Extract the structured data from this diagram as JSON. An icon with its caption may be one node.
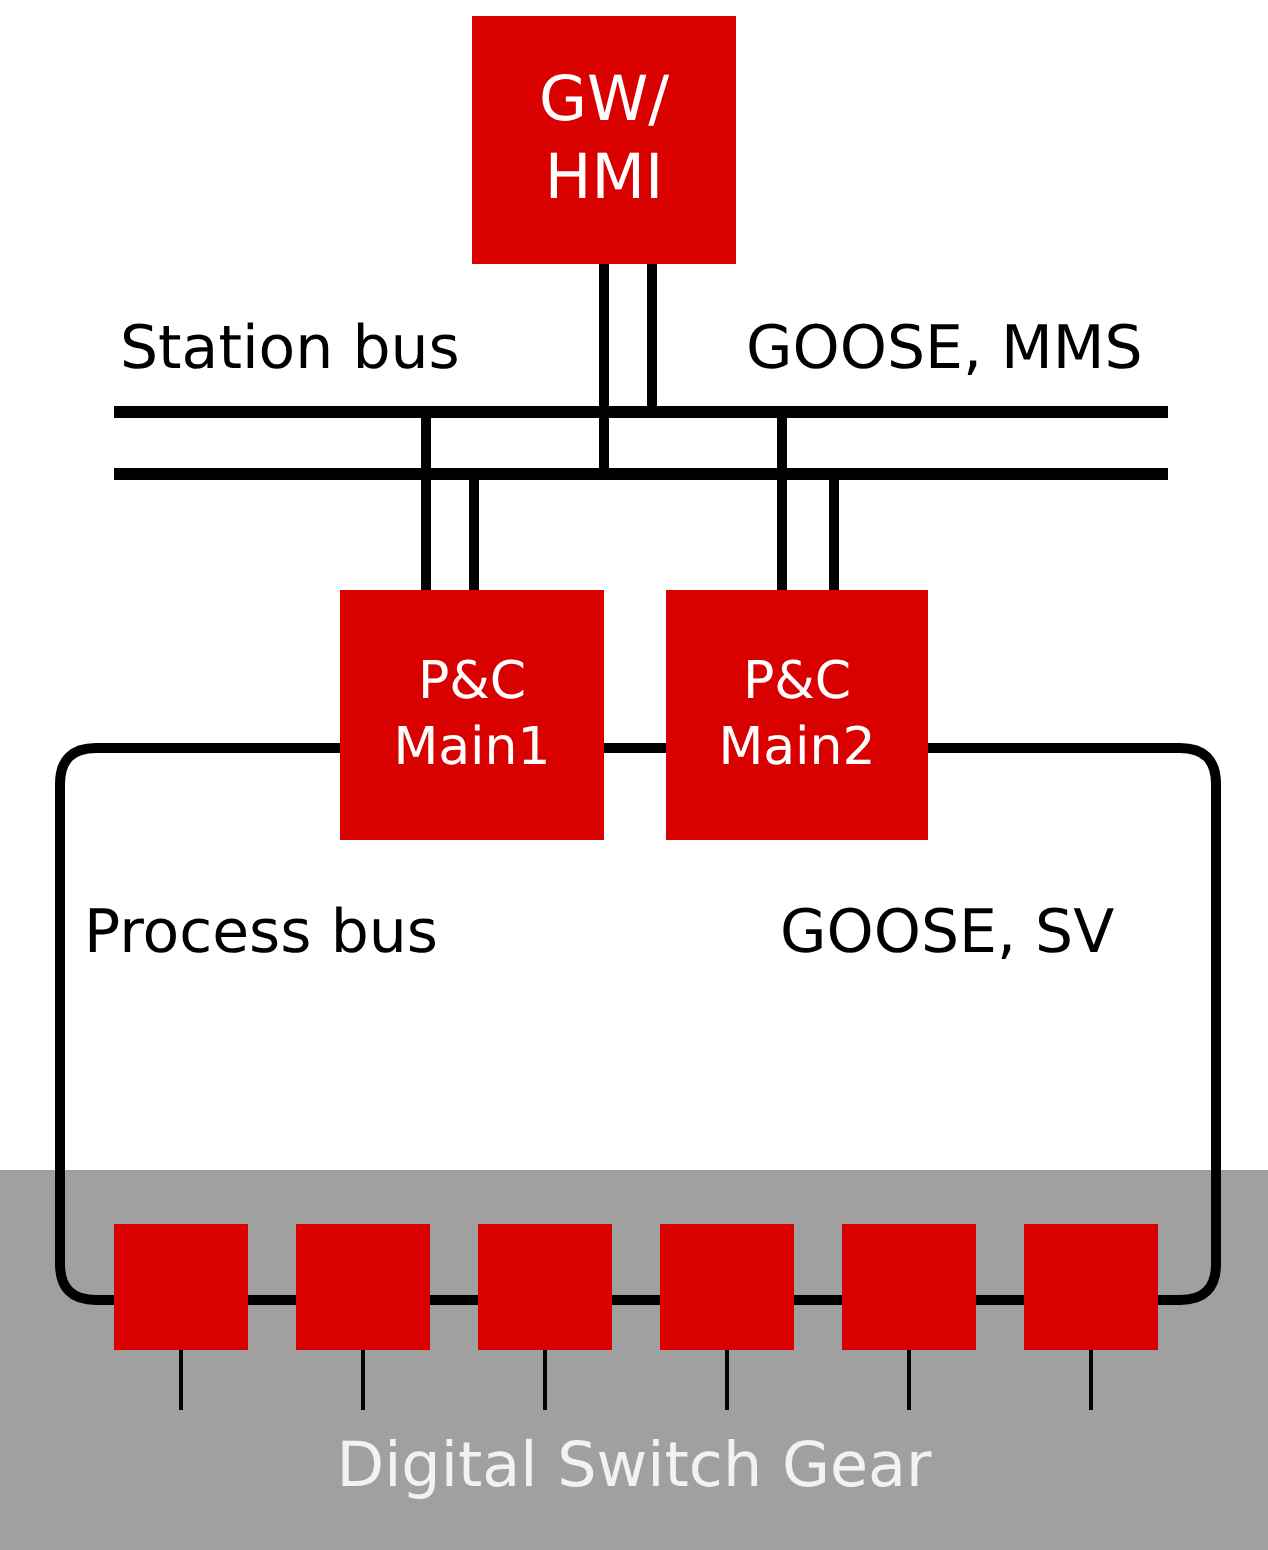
{
  "diagram": {
    "nodes": [
      {
        "text": [
          "GW/ HMI"
        ]
      },
      {
        "text": [],
        "shape": "bar"
      },
      {
        "text": [],
        "shape": "bar"
      },
      {
        "text": [
          "P&C Main1"
        ]
      },
      {
        "text": [
          "P&C Main2"
        ]
      },
      {
        "text": [
          "Digital Switch Gear"
        ]
      },
      {
        "text": [],
        "shape": "box",
        "in": 5
      },
      {
        "text": [],
        "shape": "box",
        "in": 5
      },
      {
        "text": [],
        "shape": "box",
        "in": 5
      },
      {
        "text": [],
        "shape": "box",
        "in": 5
      },
      {
        "text": [],
        "shape": "box",
        "in": 5
      },
      {
        "text": [],
        "shape": "box",
        "in": 5
      }
    ],
    "edges": [
      {
        "from": 0,
        "to": 2,
        "arrow": "none"
      },
      {
        "from": 0,
        "to": 1,
        "arrow": "none"
      },
      {
        "from": 3,
        "to": 1,
        "arrow": "none"
      },
      {
        "from": 3,
        "to": 2,
        "arrow": "none"
      },
      {
        "from": 4,
        "to": 1,
        "arrow": "none"
      },
      {
        "from": 4,
        "to": 2,
        "arrow": "none"
      },
      {
        "from": 3,
        "to": 4,
        "arrow": "none"
      },
      {
        "from": 3,
        "to": 6,
        "arrow": "none"
      },
      {
        "from": 6,
        "to": 7,
        "arrow": "none"
      },
      {
        "from": 7,
        "to": 8,
        "arrow": "none"
      },
      {
        "from": 8,
        "to": 9,
        "arrow": "none"
      },
      {
        "from": 9,
        "to": 10,
        "arrow": "none"
      },
      {
        "from": 10,
        "to": 11,
        "arrow": "none"
      },
      {
        "from": 11,
        "to": 4,
        "arrow": "none"
      },
      {
        "from": 6,
        "to": null,
        "arrow": "none"
      },
      {
        "from": 7,
        "to": null,
        "arrow": "none"
      },
      {
        "from": 8,
        "to": null,
        "arrow": "none"
      },
      {
        "from": 9,
        "to": null,
        "arrow": "none"
      },
      {
        "from": 10,
        "to": null,
        "arrow": "none"
      },
      {
        "from": 11,
        "to": null,
        "arrow": "none"
      }
    ],
    "labels": [
      "Station bus",
      "GOOSE, MMS",
      "Process bus",
      "GOOSE, SV"
    ]
  }
}
